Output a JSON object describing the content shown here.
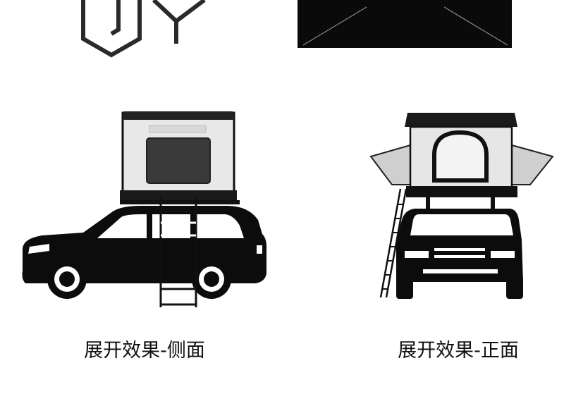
{
  "captions": {
    "side": "展开效果-侧面",
    "front": "展开效果-正面"
  },
  "icons": {
    "top_left": "partial-letters-logo",
    "top_right": "closed-tent-box",
    "side_view": "car-with-rooftop-tent-side",
    "front_view": "car-with-rooftop-tent-front"
  },
  "colors": {
    "ink": "#111111",
    "tent_panel": "#e6e6e6",
    "background": "#ffffff"
  }
}
